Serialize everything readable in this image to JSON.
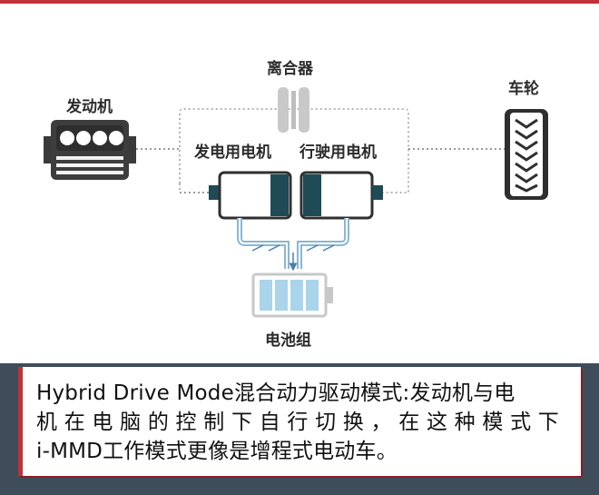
{
  "labels": {
    "clutch": "离合器",
    "engine": "发动机",
    "wheel": "车轮",
    "generator_motor": "发电用电机",
    "drive_motor": "行驶用电机",
    "battery": "电池组"
  },
  "caption": {
    "line1": "Hybrid Drive Mode混合动力驱动模式:发动机与电",
    "line2": "机 在 电 脑 的 控 制 下 自 行 切 换 ， 在 这 种 模 式 下",
    "line3": "i-MMD工作模式更像是增程式电动车。"
  },
  "colors": {
    "accent_red": "#c0313a",
    "band": "#3f4c5a",
    "motor_dark": "#1f4b57",
    "battery_fill": "#a9d4ea"
  }
}
